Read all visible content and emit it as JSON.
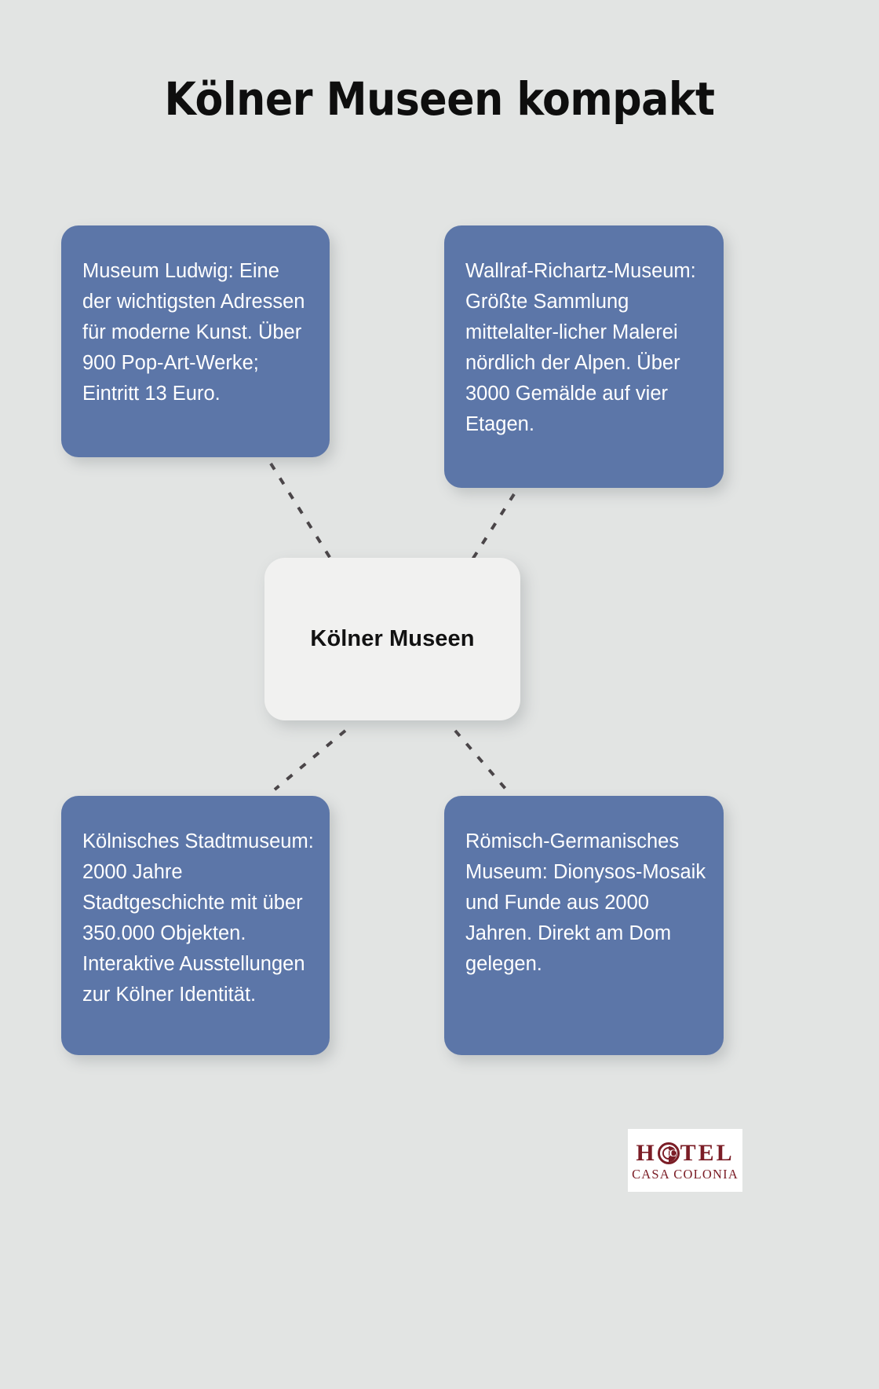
{
  "page": {
    "title": "Kölner Museen kompakt",
    "background_color": "#e2e4e3"
  },
  "diagram": {
    "type": "mind-map",
    "center": {
      "label": "Kölner Museen",
      "background_color": "#f1f1f0",
      "text_color": "#121212"
    },
    "connector": {
      "style": "dashed",
      "color": "#4a4548"
    },
    "branch_style": {
      "background_color": "#5c76a8",
      "text_color": "#ffffff"
    },
    "branches": [
      {
        "id": "museum-ludwig",
        "position": "top-left",
        "text": "Museum Ludwig: Eine der wichtigsten Adressen für moderne Kunst. Über 900 Pop-Art-Werke; Eintritt 13 Euro."
      },
      {
        "id": "wallraf-richartz",
        "position": "top-right",
        "text": "Wallraf-Richartz-Museum: Größte Sammlung mittelalter-licher Malerei nördlich der Alpen. Über 3000 Gemälde auf vier Etagen."
      },
      {
        "id": "koelnisches-stadtmuseum",
        "position": "bottom-left",
        "text": "Kölnisches Stadtmuseum: 2000 Jahre Stadtgeschichte mit über 350.000 Objekten. Interaktive Ausstellungen zur Kölner Identität."
      },
      {
        "id": "roemisch-germanisches",
        "position": "bottom-right",
        "text": "Römisch-Germanisches Museum: Dionysos-Mosaik und Funde aus 2000 Jahren. Direkt am Dom gelegen."
      }
    ]
  },
  "logo": {
    "wordmark_left": "H",
    "wordmark_right": "TEL",
    "emblem_monogram": "CC",
    "subtitle": "CASA COLONIA",
    "color": "#7b1d26"
  }
}
